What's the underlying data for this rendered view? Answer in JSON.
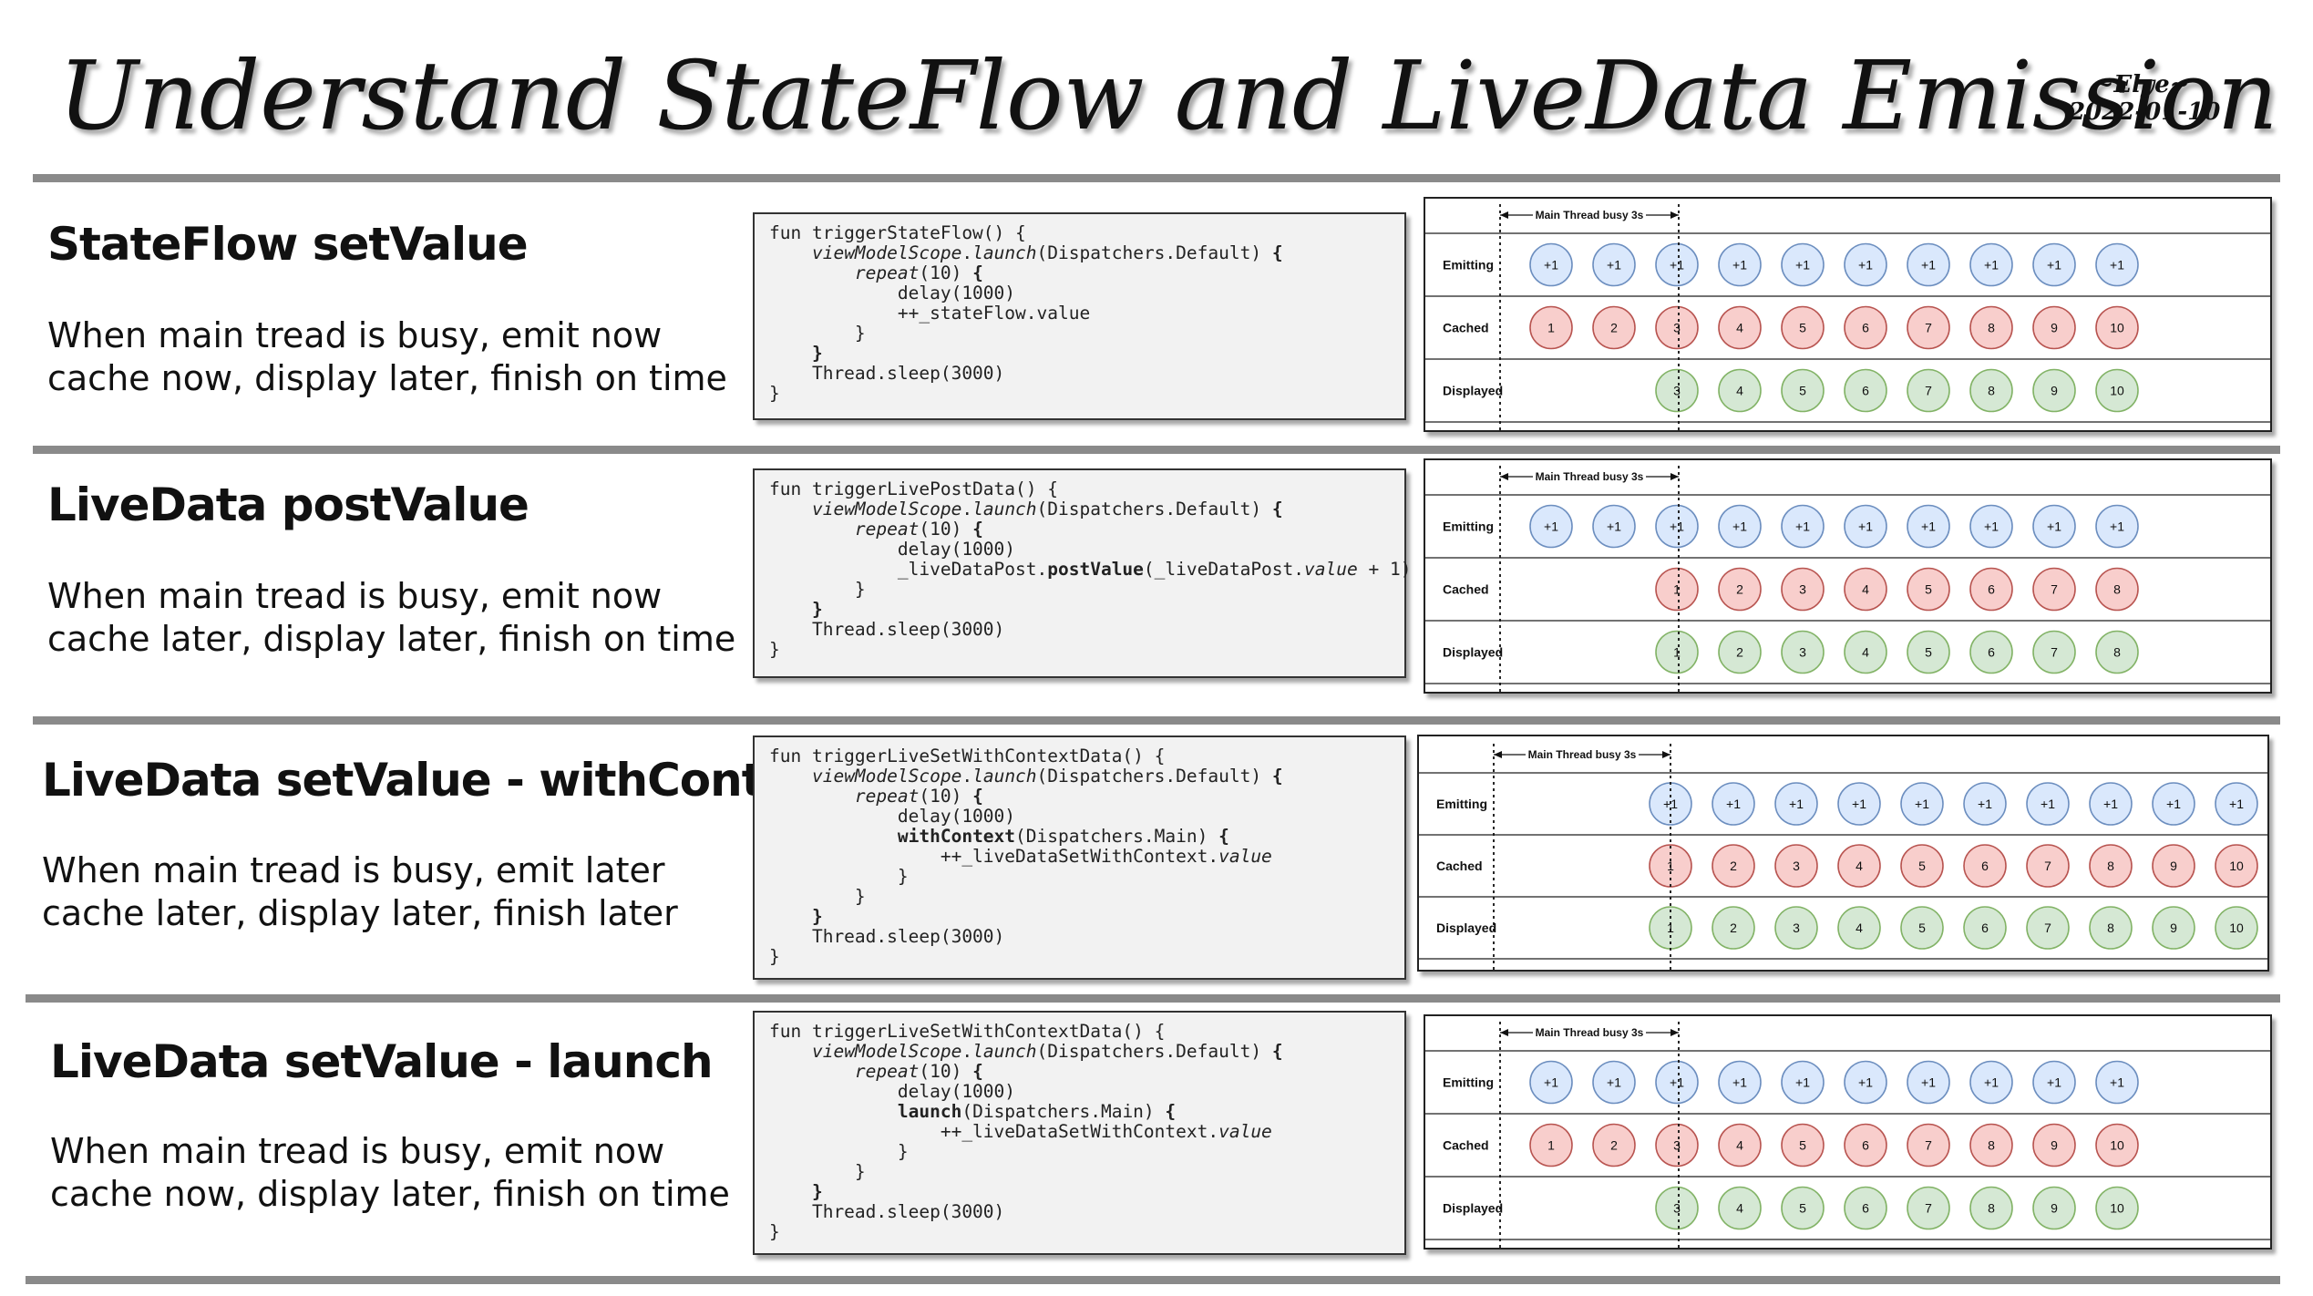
{
  "header": {
    "title": "Understand StateFlow and LiveData Emission",
    "author": "~Elye~",
    "date": "2022-01-10"
  },
  "colors": {
    "emitting_fill": "#dae8fc",
    "emitting_stroke": "#6c8ebf",
    "cached_fill": "#f8cecc",
    "cached_stroke": "#b85450",
    "displayed_fill": "#d5e8d4",
    "displayed_stroke": "#82b366",
    "divider": "#8a8a8a",
    "code_bg": "#f2f2f2"
  },
  "sections": [
    {
      "title": "StateFlow setValue",
      "description": "When main tread is busy, emit now cache now, display later, finish on time",
      "code": [
        [
          [
            "fun triggerStateFlow() {",
            ""
          ]
        ],
        [
          [
            "    ",
            ""
          ],
          [
            "viewModelScope",
            "it"
          ],
          [
            ".",
            ""
          ],
          [
            "launch",
            "it"
          ],
          [
            "(Dispatchers.Default) ",
            ""
          ],
          [
            "{",
            "b"
          ]
        ],
        [
          [
            "        ",
            ""
          ],
          [
            "repeat",
            "it"
          ],
          [
            "(10) ",
            ""
          ],
          [
            "{",
            "b"
          ]
        ],
        [
          [
            "            delay(1000)",
            ""
          ]
        ],
        [
          [
            "            ++_stateFlow.value",
            ""
          ]
        ],
        [
          [
            "        }",
            ""
          ]
        ],
        [
          [
            "    ",
            ""
          ],
          [
            "}",
            "b"
          ]
        ],
        [
          [
            "    Thread.sleep(3000)",
            ""
          ]
        ],
        [
          [
            "}",
            ""
          ]
        ]
      ],
      "diagram": {
        "busy_label": "Main Thread busy 3s",
        "rows": [
          {
            "label": "Emitting",
            "type": "emitting",
            "values": [
              "+1",
              "+1",
              "+1",
              "+1",
              "+1",
              "+1",
              "+1",
              "+1",
              "+1",
              "+1"
            ]
          },
          {
            "label": "Cached",
            "type": "cached",
            "values": [
              "1",
              "2",
              "3",
              "4",
              "5",
              "6",
              "7",
              "8",
              "9",
              "10"
            ]
          },
          {
            "label": "Displayed",
            "type": "displayed",
            "values": [
              "",
              "",
              "3",
              "4",
              "5",
              "6",
              "7",
              "8",
              "9",
              "10"
            ]
          }
        ]
      }
    },
    {
      "title": "LiveData postValue",
      "description": "When main tread is busy, emit now cache later, display later, finish on time",
      "code": [
        [
          [
            "fun triggerLivePostData() {",
            ""
          ]
        ],
        [
          [
            "    ",
            ""
          ],
          [
            "viewModelScope",
            "it"
          ],
          [
            ".",
            ""
          ],
          [
            "launch",
            "it"
          ],
          [
            "(Dispatchers.Default) ",
            ""
          ],
          [
            "{",
            "b"
          ]
        ],
        [
          [
            "        ",
            ""
          ],
          [
            "repeat",
            "it"
          ],
          [
            "(10) ",
            ""
          ],
          [
            "{",
            "b"
          ]
        ],
        [
          [
            "            delay(1000)",
            ""
          ]
        ],
        [
          [
            "            _liveDataPost.",
            ""
          ],
          [
            "postValue",
            "b"
          ],
          [
            "(_liveDataPost.",
            ""
          ],
          [
            "value",
            "it"
          ],
          [
            " + 1)",
            ""
          ]
        ],
        [
          [
            "        }",
            ""
          ]
        ],
        [
          [
            "    ",
            ""
          ],
          [
            "}",
            "b"
          ]
        ],
        [
          [
            "    Thread.sleep(3000)",
            ""
          ]
        ],
        [
          [
            "}",
            ""
          ]
        ]
      ],
      "diagram": {
        "busy_label": "Main Thread busy 3s",
        "rows": [
          {
            "label": "Emitting",
            "type": "emitting",
            "values": [
              "+1",
              "+1",
              "+1",
              "+1",
              "+1",
              "+1",
              "+1",
              "+1",
              "+1",
              "+1"
            ]
          },
          {
            "label": "Cached",
            "type": "cached",
            "values": [
              "",
              "",
              "1",
              "2",
              "3",
              "4",
              "5",
              "6",
              "7",
              "8"
            ]
          },
          {
            "label": "Displayed",
            "type": "displayed",
            "values": [
              "",
              "",
              "1",
              "2",
              "3",
              "4",
              "5",
              "6",
              "7",
              "8"
            ]
          }
        ]
      }
    },
    {
      "title": "LiveData setValue - withContext",
      "description": "When main tread is busy, emit later cache later, display later, finish later",
      "code": [
        [
          [
            "fun triggerLiveSetWithContextData() {",
            ""
          ]
        ],
        [
          [
            "    ",
            ""
          ],
          [
            "viewModelScope",
            "it"
          ],
          [
            ".",
            ""
          ],
          [
            "launch",
            "it"
          ],
          [
            "(Dispatchers.Default) ",
            ""
          ],
          [
            "{",
            "b"
          ]
        ],
        [
          [
            "        ",
            ""
          ],
          [
            "repeat",
            "it"
          ],
          [
            "(10) ",
            ""
          ],
          [
            "{",
            "b"
          ]
        ],
        [
          [
            "            delay(1000)",
            ""
          ]
        ],
        [
          [
            "            ",
            ""
          ],
          [
            "withContext",
            "b"
          ],
          [
            "(Dispatchers.Main) ",
            ""
          ],
          [
            "{",
            "b"
          ]
        ],
        [
          [
            "                ++_liveDataSetWithContext.",
            ""
          ],
          [
            "value",
            "it"
          ]
        ],
        [
          [
            "            }",
            ""
          ]
        ],
        [
          [
            "        }",
            ""
          ]
        ],
        [
          [
            "    ",
            ""
          ],
          [
            "}",
            "b"
          ]
        ],
        [
          [
            "    Thread.sleep(3000)",
            ""
          ]
        ],
        [
          [
            "}",
            ""
          ]
        ]
      ],
      "diagram": {
        "busy_label": "Main Thread busy 3s",
        "rows": [
          {
            "label": "Emitting",
            "type": "emitting",
            "values": [
              "",
              "",
              "+1",
              "+1",
              "+1",
              "+1",
              "+1",
              "+1",
              "+1",
              "+1",
              "+1",
              "+1"
            ]
          },
          {
            "label": "Cached",
            "type": "cached",
            "values": [
              "",
              "",
              "1",
              "2",
              "3",
              "4",
              "5",
              "6",
              "7",
              "8",
              "9",
              "10"
            ]
          },
          {
            "label": "Displayed",
            "type": "displayed",
            "values": [
              "",
              "",
              "1",
              "2",
              "3",
              "4",
              "5",
              "6",
              "7",
              "8",
              "9",
              "10"
            ]
          }
        ]
      }
    },
    {
      "title": "LiveData setValue - launch",
      "description": "When main tread is busy, emit now cache now, display later, finish on time",
      "code": [
        [
          [
            "fun triggerLiveSetWithContextData() {",
            ""
          ]
        ],
        [
          [
            "    ",
            ""
          ],
          [
            "viewModelScope",
            "it"
          ],
          [
            ".",
            ""
          ],
          [
            "launch",
            "it"
          ],
          [
            "(Dispatchers.Default) ",
            ""
          ],
          [
            "{",
            "b"
          ]
        ],
        [
          [
            "        ",
            ""
          ],
          [
            "repeat",
            "it"
          ],
          [
            "(10) ",
            ""
          ],
          [
            "{",
            "b"
          ]
        ],
        [
          [
            "            delay(1000)",
            ""
          ]
        ],
        [
          [
            "            ",
            ""
          ],
          [
            "launch",
            "b"
          ],
          [
            "(Dispatchers.Main) ",
            ""
          ],
          [
            "{",
            "b"
          ]
        ],
        [
          [
            "                ++_liveDataSetWithContext.",
            ""
          ],
          [
            "value",
            "it"
          ]
        ],
        [
          [
            "            }",
            ""
          ]
        ],
        [
          [
            "        }",
            ""
          ]
        ],
        [
          [
            "    ",
            ""
          ],
          [
            "}",
            "b"
          ]
        ],
        [
          [
            "    Thread.sleep(3000)",
            ""
          ]
        ],
        [
          [
            "}",
            ""
          ]
        ]
      ],
      "diagram": {
        "busy_label": "Main Thread busy 3s",
        "rows": [
          {
            "label": "Emitting",
            "type": "emitting",
            "values": [
              "+1",
              "+1",
              "+1",
              "+1",
              "+1",
              "+1",
              "+1",
              "+1",
              "+1",
              "+1"
            ]
          },
          {
            "label": "Cached",
            "type": "cached",
            "values": [
              "1",
              "2",
              "3",
              "4",
              "5",
              "6",
              "7",
              "8",
              "9",
              "10"
            ]
          },
          {
            "label": "Displayed",
            "type": "displayed",
            "values": [
              "",
              "",
              "3",
              "4",
              "5",
              "6",
              "7",
              "8",
              "9",
              "10"
            ]
          }
        ]
      }
    }
  ]
}
